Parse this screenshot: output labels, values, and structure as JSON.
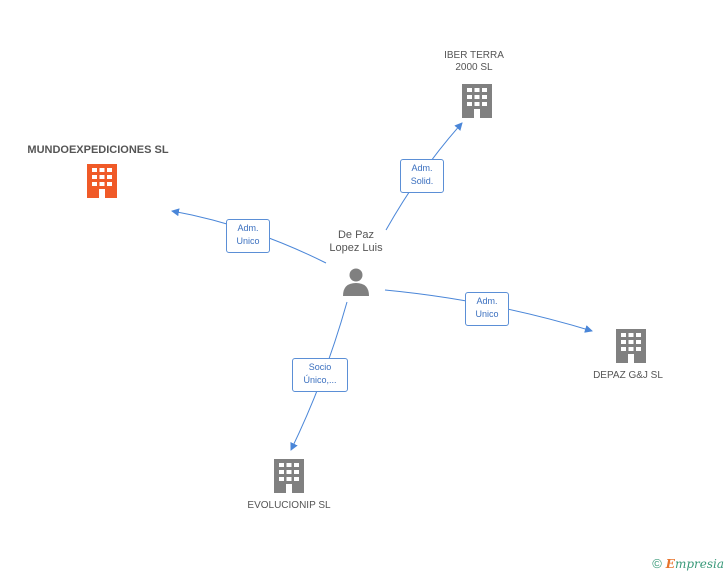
{
  "center": {
    "name_line1": "De Paz",
    "name_line2": "Lopez Luis",
    "icon": "person-icon"
  },
  "nodes": {
    "iber": {
      "line1": "IBER TERRA",
      "line2": "2000 SL",
      "icon": "building-icon",
      "color": "#808080"
    },
    "mundo": {
      "line1": "MUNDOEXPEDICIONES SL",
      "icon": "building-icon",
      "color": "#f05a28"
    },
    "depaz": {
      "line1": "DEPAZ G&J  SL",
      "icon": "building-icon",
      "color": "#808080"
    },
    "evolu": {
      "line1": "EVOLUCIONIP SL",
      "icon": "building-icon",
      "color": "#808080"
    }
  },
  "edges": {
    "iber": {
      "line1": "Adm.",
      "line2": "Solid."
    },
    "mundo": {
      "line1": "Adm.",
      "line2": "Unico"
    },
    "depaz": {
      "line1": "Adm.",
      "line2": "Unico"
    },
    "evolu": {
      "line1": "Socio",
      "line2": "Único,..."
    }
  },
  "colors": {
    "edge": "#4a86d8",
    "person": "#808080"
  },
  "copyright": {
    "symbol": "©",
    "brand_e": "E",
    "brand_rest": "mpresia"
  }
}
